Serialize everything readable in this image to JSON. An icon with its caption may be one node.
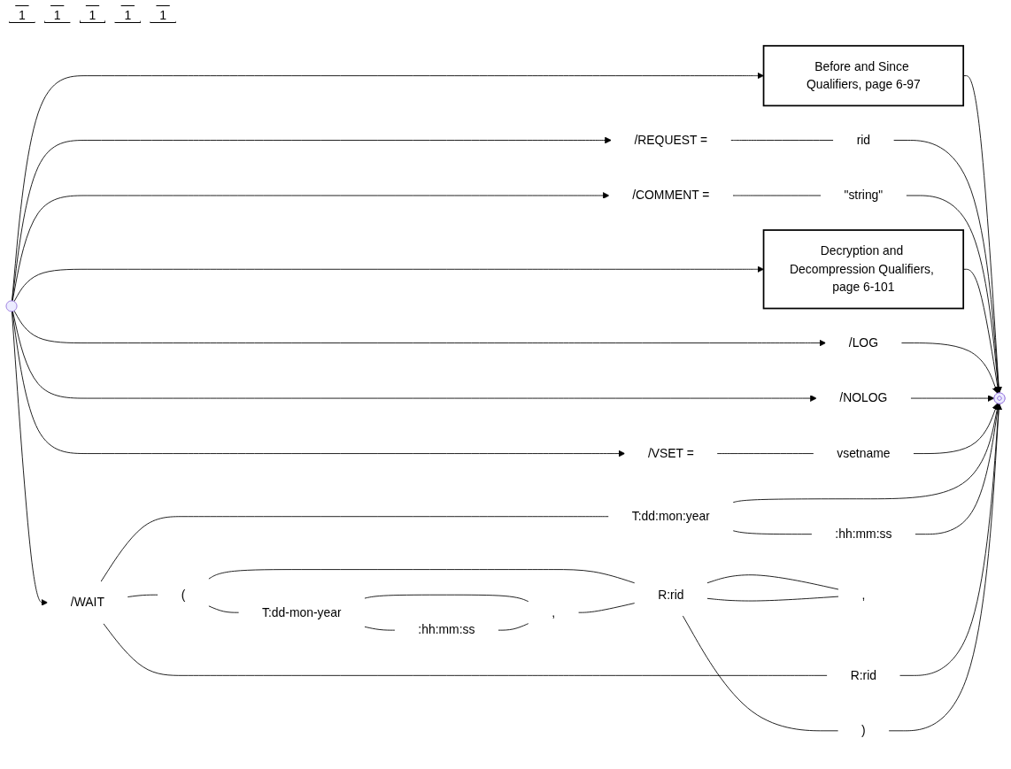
{
  "diagram": {
    "nodes": [
      {
        "text": [
          "Before and Since Qualifiers, page 6-97"
        ]
      },
      {
        "text": [
          "/REQUEST ="
        ]
      },
      {
        "text": [
          "rid"
        ]
      },
      {
        "text": [
          "/COMMENT ="
        ]
      },
      {
        "text": [
          "\"string\""
        ]
      },
      {
        "text": [
          "Decryption and Decompression Qualifiers, page 6-101"
        ]
      },
      {
        "text": [
          "/LOG"
        ]
      },
      {
        "text": [
          "/NOLOG"
        ]
      },
      {
        "text": [
          "/VSET ="
        ]
      },
      {
        "text": [
          "vsetname"
        ]
      },
      {
        "text": [
          "/WAIT"
        ]
      },
      {
        "text": [
          "T:dd:mon:year"
        ]
      },
      {
        "text": [
          ":hh:mm:ss"
        ]
      },
      {
        "text": [
          "R:rid"
        ]
      },
      {
        "text": [
          "("
        ]
      },
      {
        "text": [
          "T:dd-mon-year"
        ]
      },
      {
        "text": [
          ":hh:mm:ss"
        ]
      },
      {
        "text": [
          ","
        ]
      },
      {
        "text": [
          ","
        ]
      },
      {
        "text": [
          "R:rid"
        ]
      },
      {
        "text": [
          ")"
        ]
      }
    ],
    "edges": [
      {
        "from": null,
        "to": 0,
        "arrow": "to"
      },
      {
        "from": null,
        "to": 1,
        "arrow": "to"
      },
      {
        "from": null,
        "to": 3,
        "arrow": "to"
      },
      {
        "from": null,
        "to": 5,
        "arrow": "to"
      },
      {
        "from": null,
        "to": 6,
        "arrow": "to"
      },
      {
        "from": null,
        "to": 7,
        "arrow": "to"
      },
      {
        "from": null,
        "to": 8,
        "arrow": "to"
      },
      {
        "from": null,
        "to": 10,
        "arrow": "to"
      },
      {
        "from": 1,
        "to": 2,
        "arrow": "none"
      },
      {
        "from": 3,
        "to": 4,
        "arrow": "none"
      },
      {
        "from": 8,
        "to": 9,
        "arrow": "none"
      },
      {
        "from": 10,
        "to": 11,
        "arrow": "none"
      },
      {
        "from": 11,
        "to": 12,
        "arrow": "none"
      },
      {
        "from": 10,
        "to": 13,
        "arrow": "none"
      },
      {
        "from": 10,
        "to": 14,
        "arrow": "none"
      },
      {
        "from": 14,
        "to": 15,
        "arrow": "none"
      },
      {
        "from": 14,
        "to": 19,
        "arrow": "none"
      },
      {
        "from": 15,
        "to": 16,
        "arrow": "none"
      },
      {
        "from": 15,
        "to": 17,
        "arrow": "none"
      },
      {
        "from": 16,
        "to": 17,
        "arrow": "none"
      },
      {
        "from": 17,
        "to": 19,
        "arrow": "none"
      },
      {
        "from": 19,
        "to": 18,
        "arrow": "none"
      },
      {
        "from": 18,
        "to": 19,
        "arrow": "none"
      },
      {
        "from": 19,
        "to": 20,
        "arrow": "none"
      },
      {
        "from": 0,
        "to": null,
        "arrow": "to"
      },
      {
        "from": 2,
        "to": null,
        "arrow": "to"
      },
      {
        "from": 4,
        "to": null,
        "arrow": "to"
      },
      {
        "from": 5,
        "to": null,
        "arrow": "to"
      },
      {
        "from": 6,
        "to": null,
        "arrow": "to"
      },
      {
        "from": 7,
        "to": null,
        "arrow": "to"
      },
      {
        "from": 9,
        "to": null,
        "arrow": "to"
      },
      {
        "from": 11,
        "to": null,
        "arrow": "to"
      },
      {
        "from": 12,
        "to": null,
        "arrow": "to"
      },
      {
        "from": 13,
        "to": null,
        "arrow": "to"
      },
      {
        "from": 20,
        "to": null,
        "arrow": "to"
      }
    ],
    "labels": [
      "1",
      "1",
      "1",
      "1",
      "1"
    ]
  }
}
